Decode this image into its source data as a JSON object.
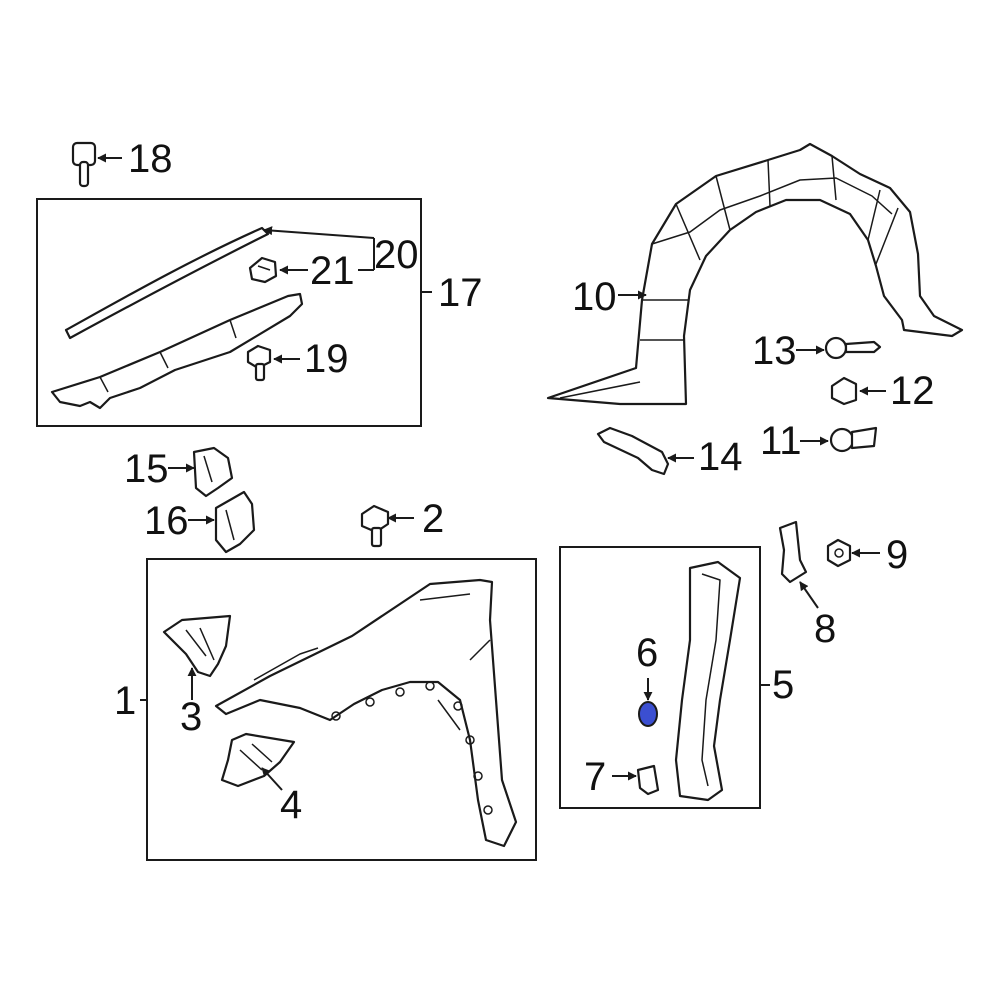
{
  "highlight_color": "#3b4fd1",
  "callouts": {
    "p1": "1",
    "p2": "2",
    "p3": "3",
    "p4": "4",
    "p5": "5",
    "p6": "6",
    "p7": "7",
    "p8": "8",
    "p9": "9",
    "p10": "10",
    "p11": "11",
    "p12": "12",
    "p13": "13",
    "p14": "14",
    "p15": "15",
    "p16": "16",
    "p17": "17",
    "p18": "18",
    "p19": "19",
    "p20": "20",
    "p21": "21"
  }
}
